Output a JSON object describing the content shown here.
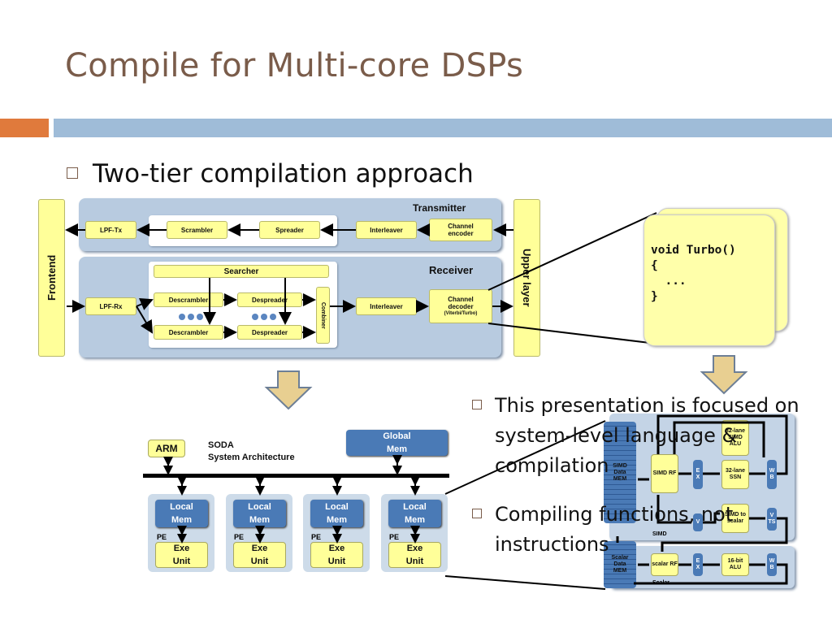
{
  "title": "Compile for Multi-core DSPs",
  "bullet_main": "Two-tier compilation approach",
  "sub_bullets": [
    "This presentation is focused on system-level language & compilation",
    "Compiling functions, not instructions"
  ],
  "top_diagram": {
    "frontend": "Frontend",
    "upper_layer": "Upper layer",
    "transmitter": {
      "label": "Transmitter",
      "lpf": "LPF-Tx",
      "scrambler": "Scrambler",
      "spreader": "Spreader",
      "interleaver": "Interleaver",
      "encoder": "Channel encoder"
    },
    "receiver": {
      "label": "Receiver",
      "lpf": "LPF-Rx",
      "searcher": "Searcher",
      "descrambler": "Descrambler",
      "despreader": "Despreader",
      "combiner": "Combiner",
      "interleaver": "Interleaver",
      "decoder_line1": "Channel",
      "decoder_line2": "decoder",
      "decoder_line3": "(Viterbi/Turbo)"
    }
  },
  "code": {
    "line1": "void Turbo()",
    "line2": "{",
    "line3": "  ...",
    "line4": "}"
  },
  "soda": {
    "arm": "ARM",
    "label1": "SODA",
    "label2": "System Architecture",
    "global_mem": "Global Mem",
    "pe_label": "PE",
    "local_mem": "Local Mem",
    "exe_unit": "Exe Unit"
  },
  "pe_detail": {
    "simd_data_mem": "SIMD Data MEM",
    "simd_rf": "SIMD RF",
    "ex": "E X",
    "lane_simd_alu": "32-lane SIMD ALU",
    "lane_ssn": "32-lane SSN",
    "simd_to_scalar": "SIMD to scalar",
    "wb": "W B",
    "vts": "V TS",
    "v": "V",
    "simd_label": "SIMD",
    "scalar_data_mem": "Scalar Data MEM",
    "scalar_rf": "scalar RF",
    "alu16": "16-bit ALU",
    "scalar_label": "Scalar"
  }
}
